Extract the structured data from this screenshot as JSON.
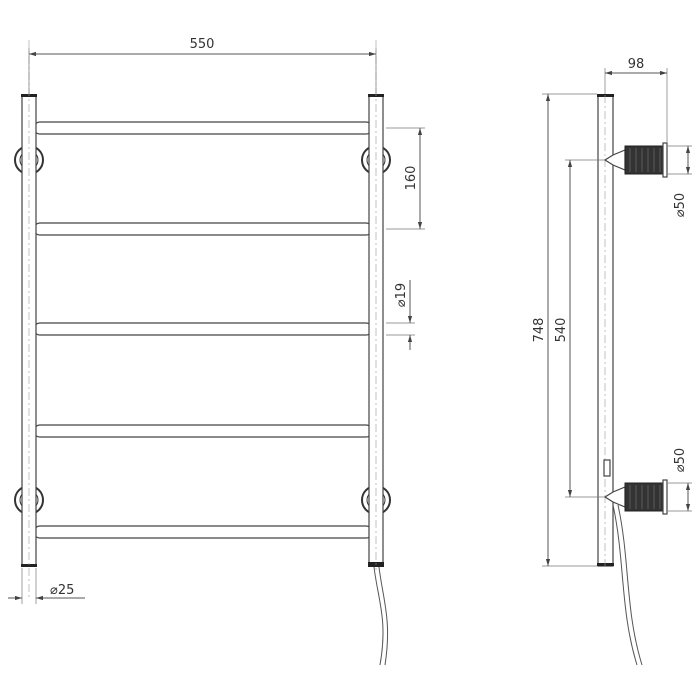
{
  "front_view": {
    "width_label": "550",
    "rail_spacing_label": "160",
    "rail_diameter_label": "⌀19",
    "post_diameter_label": "⌀25"
  },
  "side_view": {
    "depth_label": "98",
    "height_label": "748",
    "bracket_spacing_label": "540",
    "top_bracket_diameter_label": "⌀50",
    "bottom_bracket_diameter_label": "⌀50"
  },
  "colors": {
    "line": "#555555",
    "knurl": "#333333"
  }
}
